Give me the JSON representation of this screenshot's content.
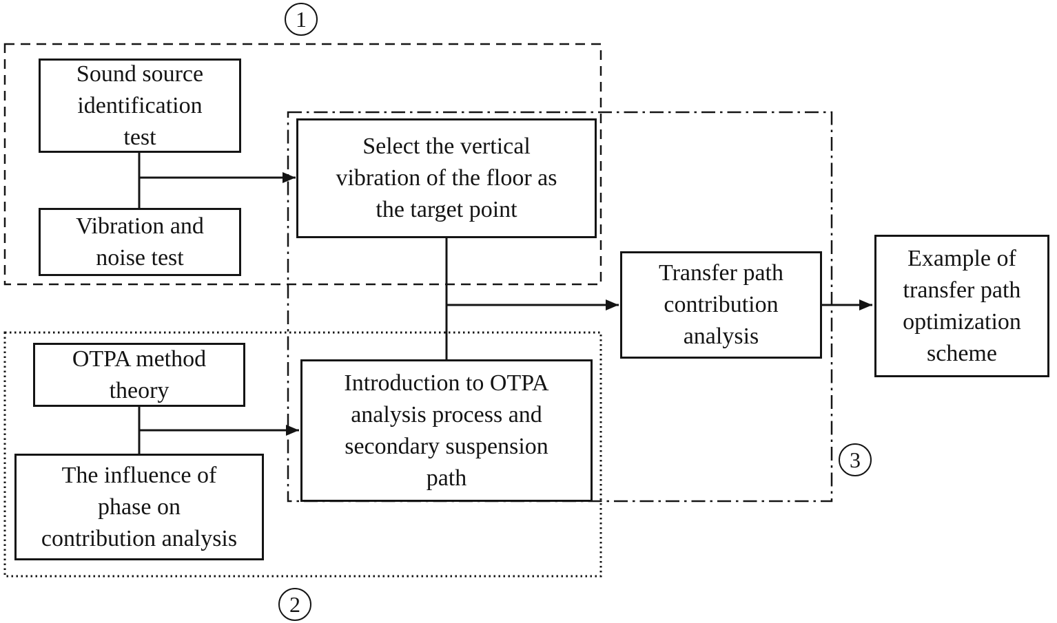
{
  "figure": {
    "type": "flowchart",
    "colors": {
      "background": "#ffffff",
      "line": "#141414",
      "text": "#141414"
    },
    "groups": {
      "test_group": {
        "badge": "1",
        "border_style": "dashed"
      },
      "theory_group": {
        "badge": "2",
        "border_style": "dotted"
      },
      "analysis_group": {
        "badge": "3",
        "border_style": "dash-dot"
      }
    },
    "nodes": {
      "sound_source": {
        "lines": [
          "Sound source",
          "identification",
          "test"
        ]
      },
      "vibration_noise": {
        "lines": [
          "Vibration and",
          "noise test"
        ]
      },
      "select_target": {
        "lines": [
          "Select the vertical",
          "vibration of the floor as",
          "the target point"
        ]
      },
      "otpa_theory": {
        "lines": [
          "OTPA method",
          "theory"
        ]
      },
      "phase_influence": {
        "lines": [
          "The influence of",
          "phase on",
          "contribution analysis"
        ]
      },
      "otpa_intro": {
        "lines": [
          "Introduction to OTPA",
          "analysis process and",
          "secondary suspension",
          "path"
        ]
      },
      "transfer_path": {
        "lines": [
          "Transfer path",
          "contribution",
          "analysis"
        ]
      },
      "example_scheme": {
        "lines": [
          "Example of",
          "transfer path",
          "optimization",
          "scheme"
        ]
      }
    }
  }
}
